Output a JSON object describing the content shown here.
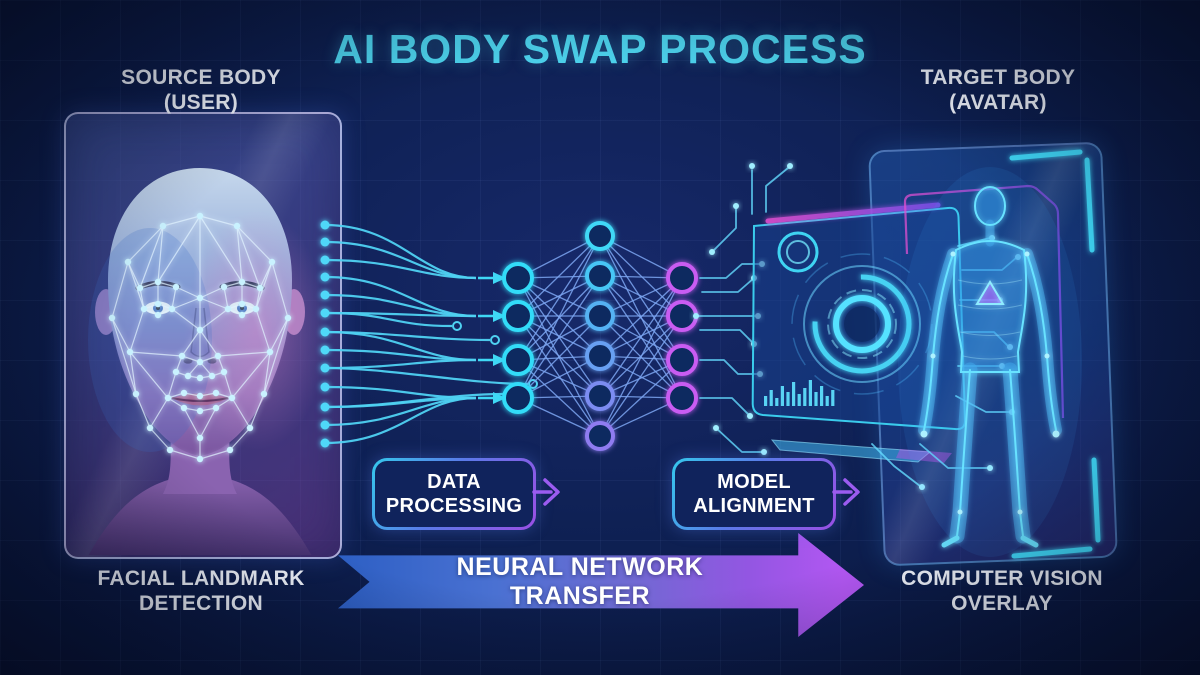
{
  "title": "AI BODY SWAP PROCESS",
  "source_panel": {
    "heading_line1": "SOURCE BODY",
    "heading_line2": "(USER)",
    "caption_line1": "FACIAL LANDMARK",
    "caption_line2": "DETECTION"
  },
  "target_panel": {
    "heading_line1": "TARGET BODY",
    "heading_line2": "(AVATAR)",
    "caption_line1": "COMPUTER VISION",
    "caption_line2": "OVERLAY"
  },
  "steps": [
    {
      "line1": "DATA",
      "line2": "PROCESSING"
    },
    {
      "line1": "MODEL",
      "line2": "ALIGNMENT"
    }
  ],
  "transfer_arrow_label": "NEURAL NETWORK TRANSFER",
  "colors": {
    "background_navy": "#0e2052",
    "title_cyan": "#4ed7f1",
    "accent_cyan": "#35d8f0",
    "accent_purple": "#a44fe8",
    "output_node_magenta": "#c95bf2",
    "text_white": "#f0f4fc",
    "arrow_gradient_start": "#2d5fc4",
    "arrow_gradient_end": "#b257f2"
  }
}
